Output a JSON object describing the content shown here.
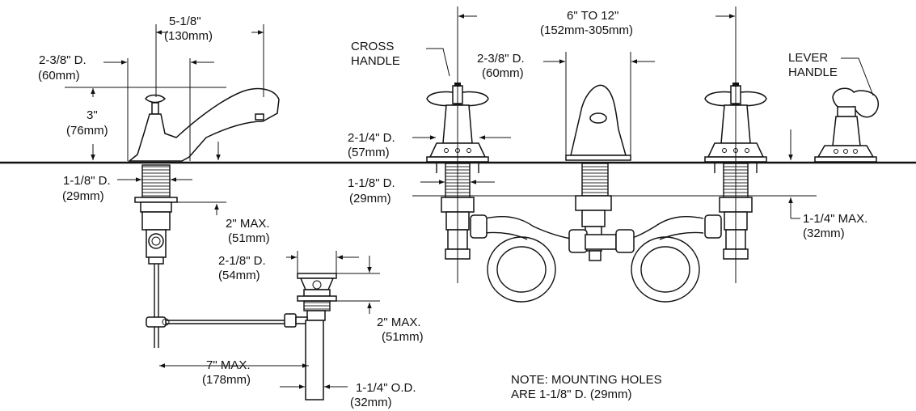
{
  "spec_labels": {
    "spout_reach": [
      "5-1/8\"",
      "(130mm)"
    ],
    "spout_base_width": [
      "2-3/8\" D.",
      "(60mm)"
    ],
    "spout_height": [
      "3\"",
      "(76mm)"
    ],
    "spout_shank": [
      "1-1/8\" D.",
      "(29mm)"
    ],
    "spout_max_deck": [
      "2\" MAX.",
      "(51mm)"
    ],
    "drain_flange": [
      "2-1/8\" D.",
      "(54mm)"
    ],
    "drain_max": [
      "2\" MAX.",
      "(51mm)"
    ],
    "pop_up_rod": [
      "7\" MAX.",
      "(178mm)"
    ],
    "tailpiece": [
      "1-1/4\" O.D.",
      "(32mm)"
    ],
    "spread": [
      "6\" TO 12\"",
      "(152mm-305mm)"
    ],
    "cross_handle": [
      "CROSS",
      "HANDLE"
    ],
    "center_spout_width": [
      "2-3/8\" D.",
      "(60mm)"
    ],
    "lever_handle": [
      "LEVER",
      "HANDLE"
    ],
    "valve_base_width": [
      "2-1/4\" D.",
      "(57mm)"
    ],
    "valve_shank": [
      "1-1/8\" D.",
      "(29mm)"
    ],
    "valve_max_deck": [
      "1-1/4\" MAX.",
      "(32mm)"
    ],
    "note": [
      "NOTE: MOUNTING HOLES",
      "ARE 1-1/8\" D. (29mm)"
    ]
  }
}
